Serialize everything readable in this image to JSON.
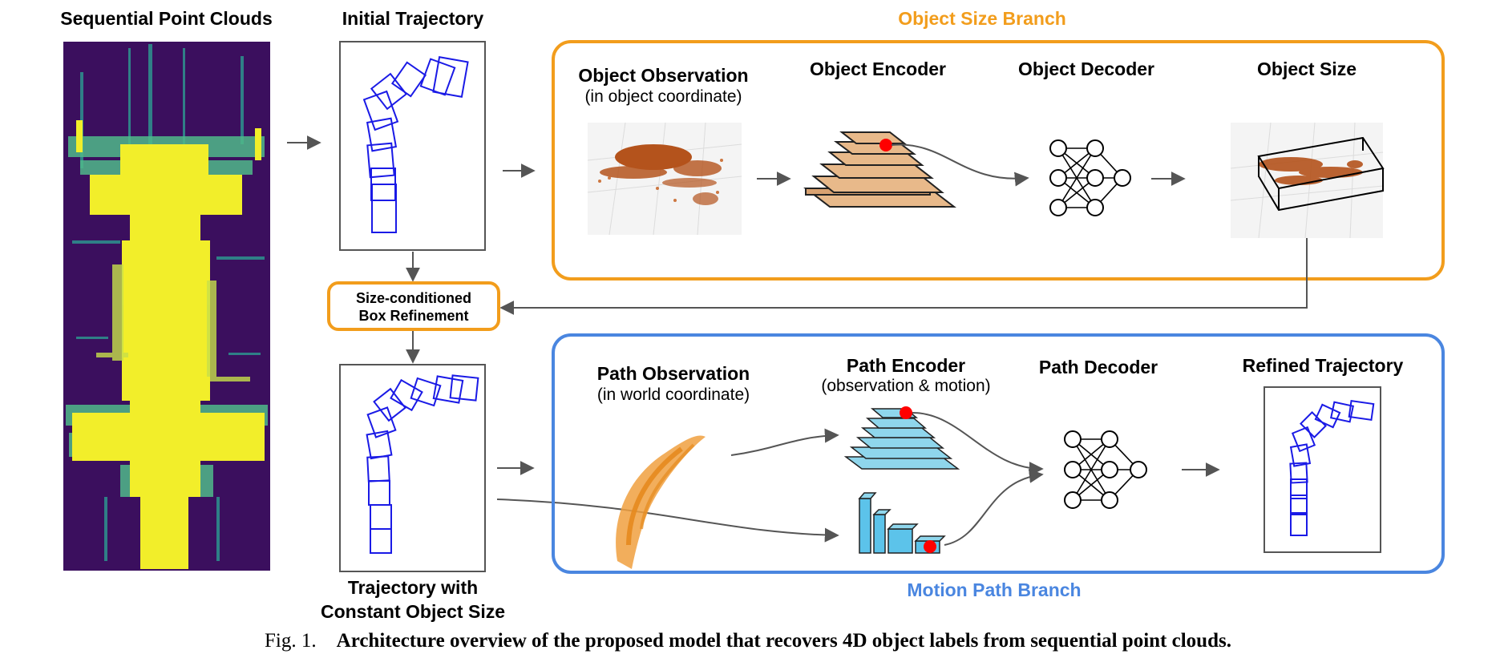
{
  "labels": {
    "sequential_point_clouds": "Sequential Point Clouds",
    "initial_trajectory": "Initial Trajectory",
    "object_size_branch": "Object Size Branch",
    "object_observation": "Object Observation",
    "object_observation_sub": "(in object coordinate)",
    "object_encoder": "Object Encoder",
    "object_decoder": "Object Decoder",
    "object_size": "Object Size",
    "size_conditioned_line1": "Size-conditioned",
    "size_conditioned_line2": "Box Refinement",
    "path_observation": "Path Observation",
    "path_observation_sub": "(in world coordinate)",
    "path_encoder": "Path Encoder",
    "path_encoder_sub": "(observation & motion)",
    "path_decoder": "Path Decoder",
    "refined_trajectory": "Refined Trajectory",
    "trajectory_constant_line1": "Trajectory with",
    "trajectory_constant_line2": "Constant Object Size",
    "motion_path_branch": "Motion Path Branch"
  },
  "caption": {
    "prefix": "Fig. 1.",
    "text": "Architecture overview of the proposed model that recovers 4D object labels from sequential point clouds."
  },
  "colors": {
    "orange": "#f29d1c",
    "blue": "#4a86e0",
    "trajectory_box": "#1a1ae6",
    "point_cloud_bg": "#3b0f5e",
    "point_cloud_fg": "#f2ee2a",
    "encoder_tan": "#e8b98a",
    "encoder_cyan": "#8fd6ec",
    "red_dot": "#ff0000"
  }
}
